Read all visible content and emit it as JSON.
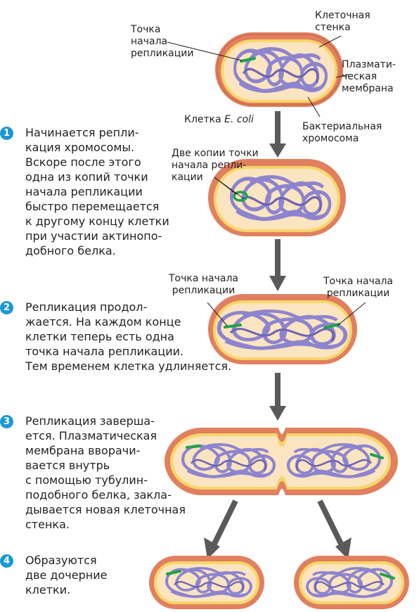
{
  "top_labels": {
    "origin": "Точка\nначала\nрепликации",
    "cell_wall": "Клеточная\nстенка",
    "plasma_membrane": "Плазмати-\nческая\nмембрана",
    "cell_name_prefix": "Клетка ",
    "cell_name_italic": "E. coli",
    "chromosome": "Бактериальная\nхромосома"
  },
  "step1": {
    "number": "1",
    "text": "Начинается репли-\nкация хромосомы.\nВскоре после этого\nодна из копий точки\nначала репликации\nбыстро перемещается\nк другому концу клетки\nпри участии актинопо-\nдобного белка.",
    "label_two_copies": "Две копии точки\nначала репли-\nкации"
  },
  "step2": {
    "number": "2",
    "text": "Репликация продол-\nжается. На каждом конце\nклетки теперь есть одна\nточка начала репликации.\nТем временем клетка удлиняется.",
    "label_origin_left": "Точка начала\nрепликации",
    "label_origin_right": "Точка начала\nрепликации"
  },
  "step3": {
    "number": "3",
    "text": "Репликация заверша-\nется. Плазматическая\nмембрана вворачи-\nвается внутрь\nс помощью тубулин-\nподобного белка, закла-\nдывается новая клеточная\nстенка."
  },
  "step4": {
    "number": "4",
    "text": "Образуются\nдве дочерние\nклетки."
  },
  "colors": {
    "wall": "#e17f5f",
    "wall_dark": "#c9603f",
    "membrane": "#f6d66a",
    "cytoplasm": "#fbe4c0",
    "chromosome": "#8d84cf",
    "chromosome_dark": "#6d65b5",
    "origin": "#1fa24a",
    "arrow": "#5a5a5a",
    "badge": "#1a98d5"
  }
}
